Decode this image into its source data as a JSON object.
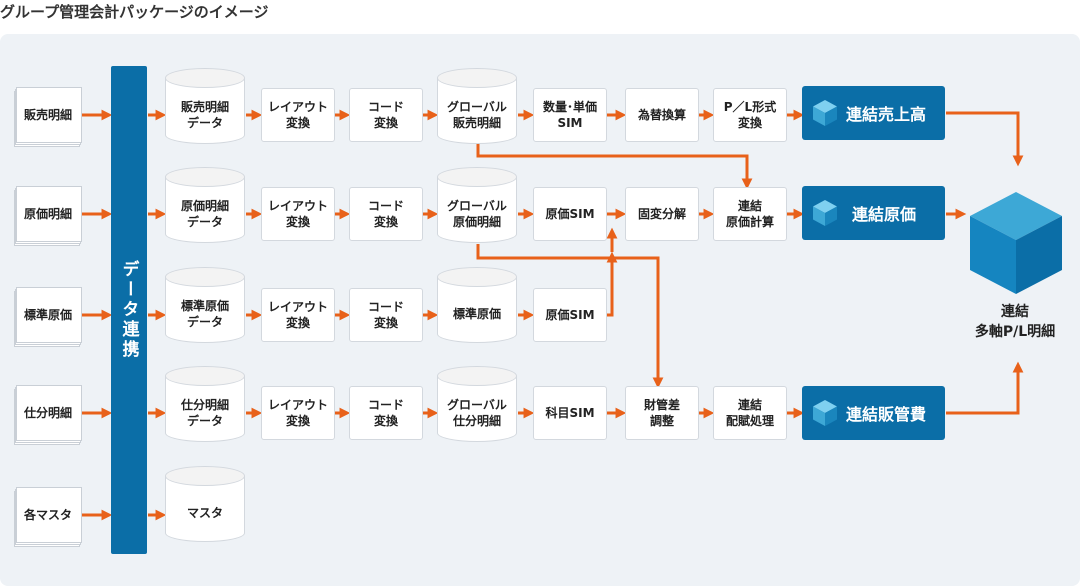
{
  "title": "グループ管理会計パッケージのイメージ",
  "sources": [
    "販売明細",
    "原価明細",
    "標準原価",
    "仕分明細",
    "各マスタ"
  ],
  "integration_bar": "データ連携",
  "rows": [
    {
      "data": "販売明細\nデータ",
      "layout": "レイアウト\n変換",
      "code": "コード\n変換",
      "global": "グローバル\n販売明細",
      "sim": "数量･単価\nSIM",
      "step6": "為替換算",
      "step7": "P／L形式\n変換",
      "result": "連結売上高"
    },
    {
      "data": "原価明細\nデータ",
      "layout": "レイアウト\n変換",
      "code": "コード\n変換",
      "global": "グローバル\n原価明細",
      "sim": "原価SIM",
      "step6": "固変分解",
      "step7": "連結\n原価計算",
      "result": "連結原価"
    },
    {
      "data": "標準原価\nデータ",
      "layout": "レイアウト\n変換",
      "code": "コード\n変換",
      "global": "標準原価",
      "sim": "原価SIM"
    },
    {
      "data": "仕分明細\nデータ",
      "layout": "レイアウト\n変換",
      "code": "コード\n変換",
      "global": "グローバル\n仕分明細",
      "sim": "科目SIM",
      "step6": "財管差\n調整",
      "step7": "連結\n配賦処理",
      "result": "連結販管費"
    },
    {
      "data": "マスタ"
    }
  ],
  "final": "連結\n多軸P/L明細",
  "colors": {
    "arrow": "#e8611a",
    "blue": "#0b6ea7",
    "cube_light": "#3da8d6"
  }
}
